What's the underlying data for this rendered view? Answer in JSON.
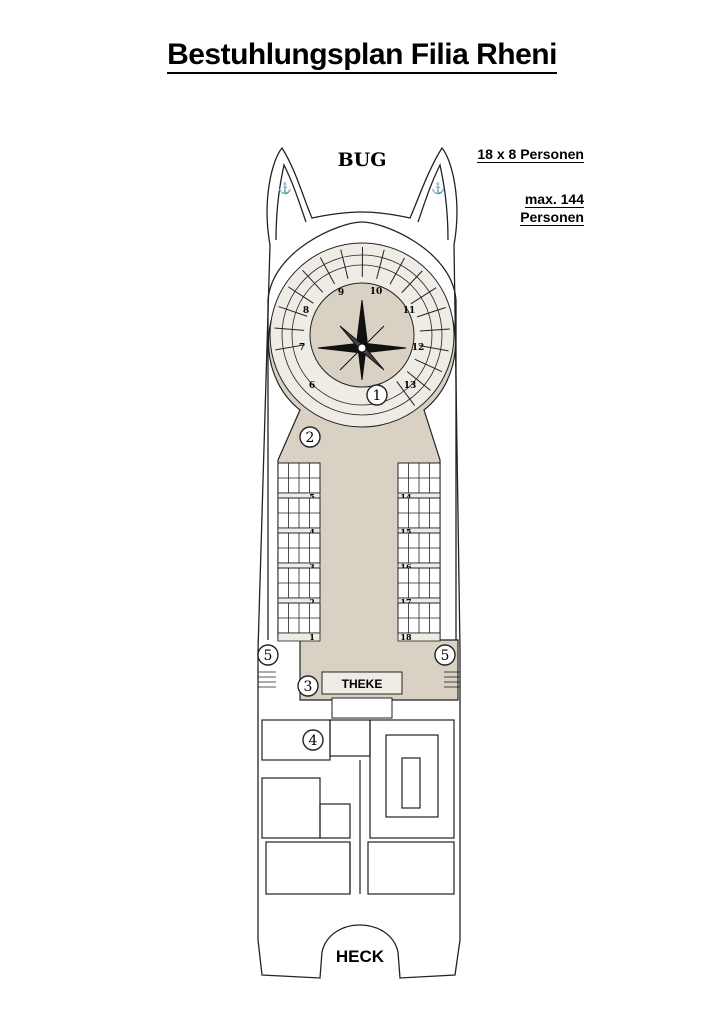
{
  "title": "Bestuhlungsplan Filia Rheni",
  "capacity": {
    "layout": "18 x 8 Personen",
    "max_line1": "max. 144",
    "max_line2": "Personen"
  },
  "labels": {
    "bow": "BUG",
    "stern": "HECK",
    "bar": "THEKE"
  },
  "zones": [
    "1",
    "2",
    "3",
    "4",
    "5",
    "5"
  ],
  "tables_left": [
    "5",
    "4",
    "3",
    "2",
    "1"
  ],
  "tables_right": [
    "14",
    "15",
    "16",
    "17",
    "18"
  ],
  "tables_round": [
    "6",
    "7",
    "8",
    "9",
    "10",
    "11",
    "12",
    "13"
  ],
  "colors": {
    "floor": "#d9d1c3",
    "line": "#222222",
    "background": "#ffffff"
  }
}
